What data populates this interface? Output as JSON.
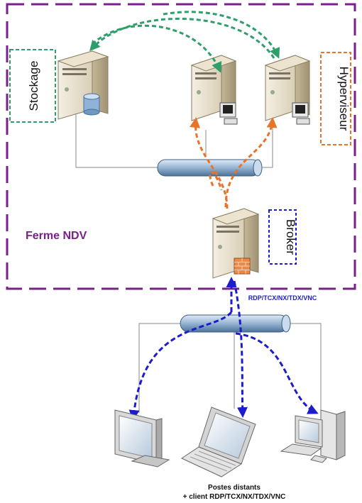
{
  "farm": {
    "label": "Ferme NDV"
  },
  "roles": {
    "storage": "Stockage",
    "hypervisor": "Hyperviseur",
    "broker": "Broker"
  },
  "protocols": "RDP/TCX/NX/TDX/VNC",
  "clients": {
    "line1": "Postes distants",
    "line2": "+ client RDP/TCX/NX/TDX/VNC"
  },
  "colors": {
    "farm_border": "#7b1f8c",
    "storage": "#2e9e6a",
    "hypervisor": "#e8742a",
    "broker": "#1c1ccc",
    "network_pipe": "#8fb3d4"
  }
}
